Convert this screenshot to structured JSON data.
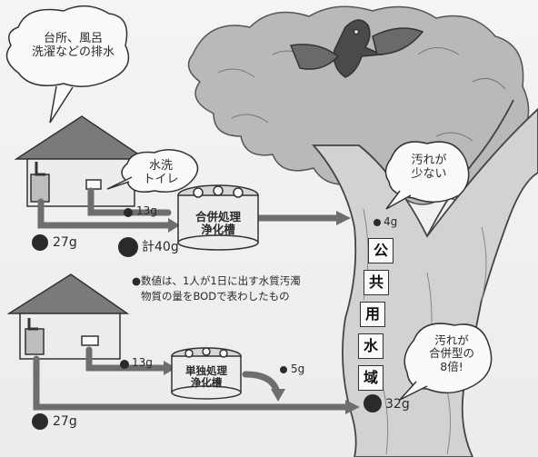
{
  "bubbles": {
    "household": [
      "台所、風呂",
      "洗濯などの排水"
    ],
    "toilet": [
      "水洗",
      "トイレ"
    ],
    "less_dirty": [
      "汚れが",
      "少ない"
    ],
    "eight_times": [
      "汚れが",
      "合併型の",
      "8倍!"
    ]
  },
  "tanks": {
    "combined": [
      "合併処理",
      "浄化槽"
    ],
    "single": [
      "単独処理",
      "浄化槽"
    ]
  },
  "values": {
    "top_toilet": "13g",
    "top_household": "27g",
    "top_total": "計40g",
    "top_out": "4g",
    "bottom_toilet": "13g",
    "bottom_out": "5g",
    "bottom_river": "32g",
    "bottom_household": "27g"
  },
  "note": [
    "●数値は、1人が1日に出す水質汚濁",
    "物質の量をBODで表わしたもの"
  ],
  "waterway": [
    "公",
    "共",
    "用",
    "水",
    "域"
  ],
  "colors": {
    "ink": "#2a2a2a",
    "arrow": "#6e6e6e",
    "tree": "#bdbdbb",
    "paper": "#f1f1ef"
  }
}
